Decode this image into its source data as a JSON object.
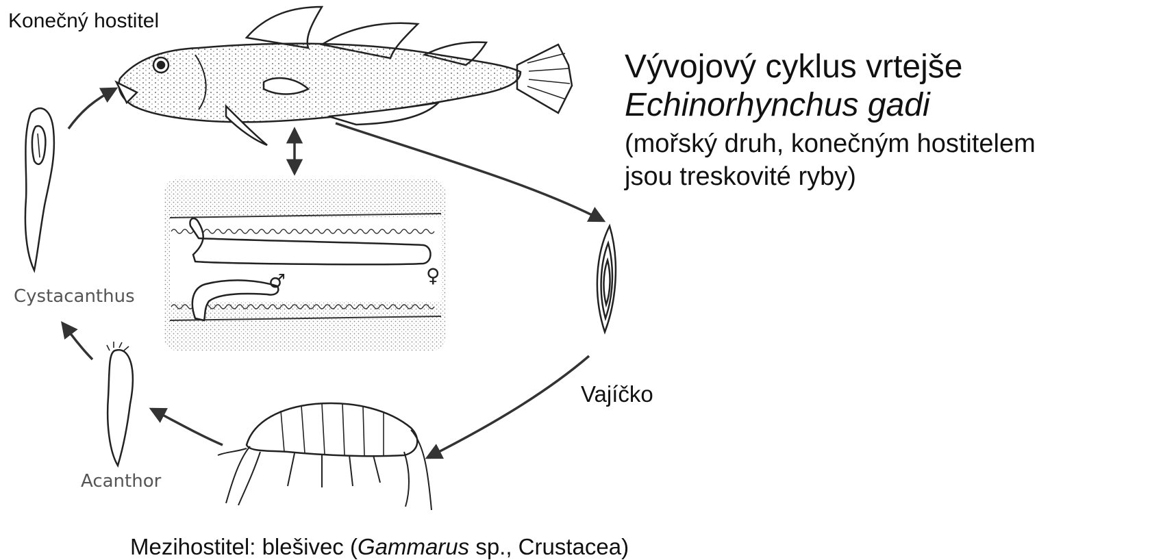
{
  "labels": {
    "final_host": "Konečný hostitel",
    "cystacanthus": "Cystacanthus",
    "acanthor": "Acanthor",
    "egg": "Vajíčko"
  },
  "title": {
    "line1": "Vývojový cyklus vrtejše",
    "line2": "Echinorhynchus gadi",
    "line3": "(mořský druh, konečným hostitelem",
    "line4": "jsou treskovité ryby)"
  },
  "caption": {
    "prefix": "Mezihostitel: blešivec (",
    "genus": "Gammarus",
    "suffix": " sp., Crustacea)"
  },
  "symbols": {
    "male": "♂",
    "female": "♀"
  },
  "icons": [
    "fish",
    "egg",
    "gammarus",
    "acanthor",
    "cystacanthus",
    "intestine",
    "worm-female",
    "worm-male",
    "arrow"
  ]
}
